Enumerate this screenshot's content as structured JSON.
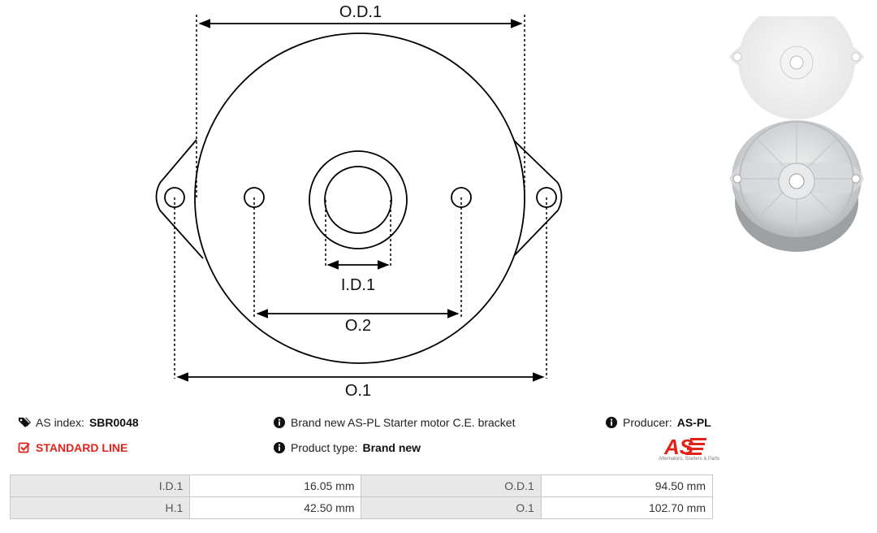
{
  "diagram": {
    "od1_label": "O.D.1",
    "id1_label": "I.D.1",
    "o2_label": "O.2",
    "o1_label": "O.1"
  },
  "info": {
    "as_index_label": "AS index:",
    "as_index_value": "SBR0048",
    "line_label": "STANDARD LINE",
    "description": "Brand new AS-PL Starter motor C.E. bracket",
    "product_type_label": "Product type:",
    "product_type_value": "Brand new",
    "producer_label": "Producer:",
    "producer_value": "AS-PL"
  },
  "logo": {
    "mark": "AS",
    "tagline": "Alternators, Starters & Parts",
    "red": "#e2231a"
  },
  "specs": {
    "rows": [
      {
        "label1": "I.D.1",
        "value1": "16.05 mm",
        "label2": "O.D.1",
        "value2": "94.50 mm"
      },
      {
        "label1": "H.1",
        "value1": "42.50 mm",
        "label2": "O.1",
        "value2": "102.70 mm"
      }
    ]
  }
}
